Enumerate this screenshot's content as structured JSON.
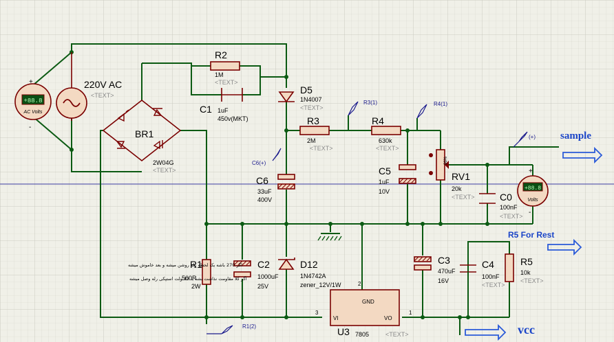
{
  "source": {
    "ref": "220V AC",
    "text": "<TEXT>",
    "meter_label": "AC Volts",
    "meter_display": "+88.8"
  },
  "br1": {
    "ref": "BR1",
    "value": "2W04G",
    "text": "<TEXT>"
  },
  "r2": {
    "ref": "R2",
    "value": "1M",
    "text": "<TEXT>"
  },
  "c1": {
    "ref": "C1",
    "value": "1uF",
    "value2": "450v(MKT)"
  },
  "d5": {
    "ref": "D5",
    "value": "1N4007",
    "text": "<TEXT>"
  },
  "r3": {
    "ref": "R3",
    "value": "2M",
    "text": "<TEXT>"
  },
  "r4": {
    "ref": "R4",
    "value": "630k",
    "text": "<TEXT>"
  },
  "c5": {
    "ref": "C5",
    "value": "1uF",
    "value2": "10V"
  },
  "rv1": {
    "ref": "RV1",
    "value": "20k",
    "text": "<TEXT>",
    "knob": "96%"
  },
  "c0": {
    "ref": "C0",
    "value": "100nF",
    "text": "<TEXT>"
  },
  "c6": {
    "ref": "C6",
    "value": "33uF",
    "value2": "400V"
  },
  "r1": {
    "ref": "R1",
    "value": "560R",
    "value2": "2W"
  },
  "c2": {
    "ref": "C2",
    "value": "1000uF",
    "value2": "25V"
  },
  "d12": {
    "ref": "D12",
    "value": "1N4742A",
    "value2": "zener_12V/1W"
  },
  "u3": {
    "ref": "U3",
    "value": "7805",
    "text": "<TEXT>",
    "pin_gnd": "GND",
    "pin_vi": "VI",
    "pin_vo": "VO",
    "pin1": "1",
    "pin2": "2",
    "pin3": "3"
  },
  "c3": {
    "ref": "C3",
    "value": "470uF",
    "value2": "16V"
  },
  "c4": {
    "ref": "C4",
    "value": "100nF",
    "text": "<TEXT>"
  },
  "r5": {
    "ref": "R5",
    "value": "10k",
    "text": "<TEXT>"
  },
  "dc_meter": {
    "display": "+88.8",
    "label": "Volts"
  },
  "probes": {
    "r3": "R3(1)",
    "r4": "R4(1)",
    "c6": "C6(+)",
    "plus": "(+)",
    "r1": "R1(2)"
  },
  "notes": {
    "line1": "اگر 270 باشه یک لحظه رله روشن میشه و بعد خاموش میشه",
    "line2": "اگر کلا مقاومت نذاشت بشه با 12 ولت استپکی رله وصل میشه"
  },
  "annotations": {
    "sample": "sample",
    "rest": "R5 For Rest",
    "vcc": "vcc"
  },
  "colors": {
    "wire": "#0b5a12",
    "component": "#7a0000",
    "annotation": "#1b45c8",
    "grid": "#d2d2c8"
  }
}
